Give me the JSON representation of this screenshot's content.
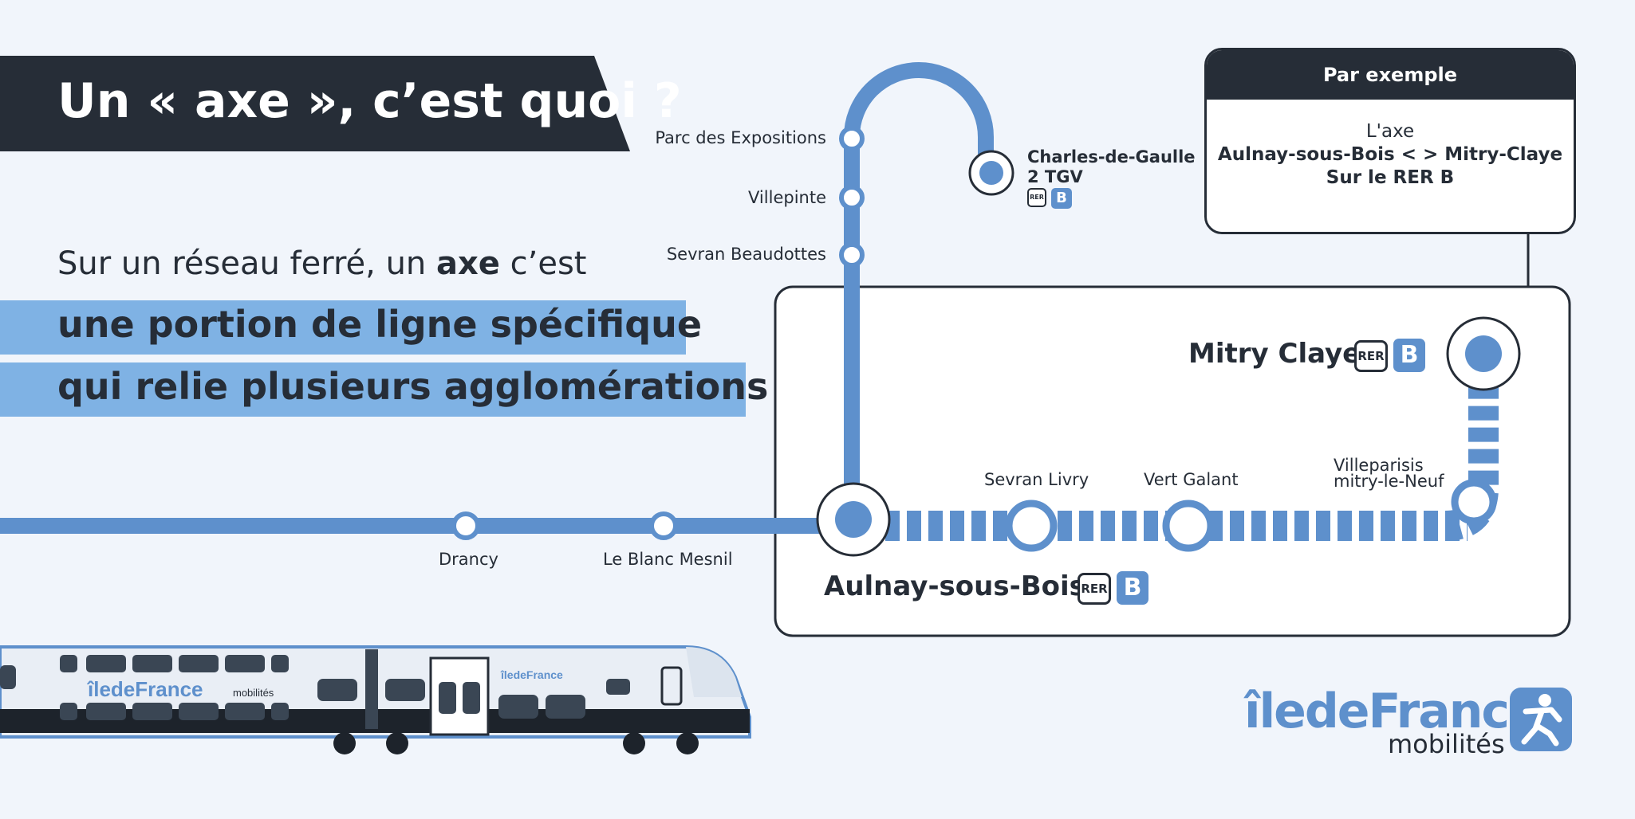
{
  "title": "Un « axe », c’est quoi ?",
  "intro": {
    "prefix": "Sur un réseau ferré, un ",
    "bold": "axe",
    "suffix": " c’est",
    "highlight1": "une portion de ligne spécifique",
    "highlight2": "qui relie plusieurs agglomérations"
  },
  "example": {
    "header": "Par exemple",
    "line1": "L'axe",
    "line2": "Aulnay-sous-Bois < > Mitry-Claye",
    "line3": "Sur le RER B"
  },
  "stations": {
    "parc_expo": "Parc des Expositions",
    "villepinte": "Villepinte",
    "sevran_beaudottes": "Sevran Beaudottes",
    "cdg_line1": "Charles-de-Gaulle",
    "cdg_line2": "2 TGV",
    "drancy": "Drancy",
    "le_blanc_mesnil": "Le Blanc Mesnil",
    "aulnay": "Aulnay-sous-Bois",
    "sevran_livry": "Sevran Livry",
    "vert_galant": "Vert Galant",
    "villeparisis_line1": "Villeparisis",
    "villeparisis_line2": "mitry-le-Neuf",
    "mitry": "Mitry Claye"
  },
  "badges": {
    "rer": "RER",
    "line": "B"
  },
  "train": {
    "livery_text": "îledeFrance",
    "livery_sub": "mobilités"
  },
  "logo": {
    "word": "îledeFrance",
    "sub": "mobilités",
    "icon": "walking-person-icon"
  },
  "colors": {
    "dark": "#262d37",
    "line_blue": "#5e90cc",
    "highlight_blue": "#7fb2e4",
    "background": "#f1f5fb"
  }
}
